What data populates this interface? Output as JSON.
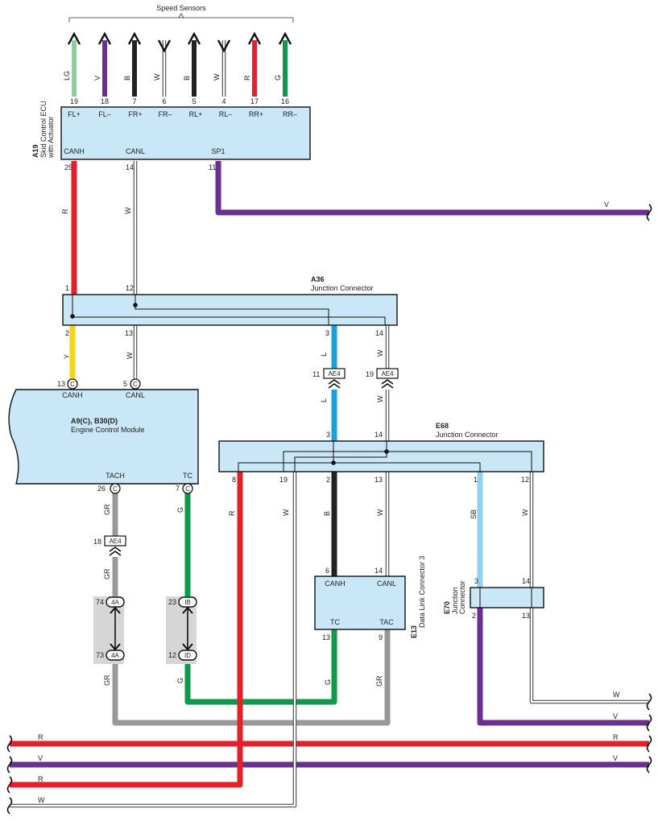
{
  "colors": {
    "R": "#e4202a",
    "V": "#6a2f8f",
    "W": "#ffffff",
    "B": "#222222",
    "LG": "#8fcca0",
    "G": "#0e9a4a",
    "Y": "#f7d417",
    "L": "#1aa0de",
    "SB": "#8fd1ef",
    "GR": "#999999",
    "box": "#c9e7f7"
  },
  "speed_sensors": {
    "title": "Speed Sensors"
  },
  "a19": {
    "code": "A19",
    "name": "Skid Control ECU",
    "name2": "with Actuator",
    "top_pins": [
      {
        "num": "19",
        "label": "FL+",
        "wire": "LG",
        "dir": "up"
      },
      {
        "num": "18",
        "label": "FL–",
        "wire": "V",
        "dir": "up"
      },
      {
        "num": "7",
        "label": "FR+",
        "wire": "B",
        "dir": "up"
      },
      {
        "num": "6",
        "label": "FR–",
        "wire": "W",
        "dir": "down"
      },
      {
        "num": "5",
        "label": "RL+",
        "wire": "B",
        "dir": "up"
      },
      {
        "num": "4",
        "label": "RL–",
        "wire": "W",
        "dir": "down"
      },
      {
        "num": "17",
        "label": "RR+",
        "wire": "R",
        "dir": "up"
      },
      {
        "num": "16",
        "label": "RR–",
        "wire": "G",
        "dir": "up"
      }
    ],
    "bottom_pins": [
      {
        "num": "25",
        "label": "CANH"
      },
      {
        "num": "14",
        "label": "CANL"
      },
      {
        "num": "11",
        "label": "SP1"
      }
    ]
  },
  "a36": {
    "code": "A36",
    "name": "Junction Connector",
    "pins": [
      "1",
      "12",
      "2",
      "13",
      "3",
      "14"
    ]
  },
  "ecm": {
    "title": "A9(C), B30(D)",
    "name": "Engine Control Module",
    "pins": [
      {
        "num": "13",
        "conn": "C",
        "label": "CANH"
      },
      {
        "num": "5",
        "conn": "C",
        "label": "CANL"
      },
      {
        "num": "26",
        "conn": "C",
        "label": "TACH"
      },
      {
        "num": "7",
        "conn": "C",
        "label": "TC"
      }
    ]
  },
  "ae4": [
    {
      "num": "11",
      "code": "AE4"
    },
    {
      "num": "19",
      "code": "AE4"
    },
    {
      "num": "18",
      "code": "AE4"
    }
  ],
  "e68": {
    "code": "E68",
    "name": "Junction Connector",
    "pins": [
      "3",
      "14",
      "8",
      "19",
      "2",
      "13",
      "1",
      "12"
    ]
  },
  "e13": {
    "code": "E13",
    "name": "Data Link Connector 3",
    "pins": [
      {
        "num": "6",
        "label": "CANH"
      },
      {
        "num": "14",
        "label": "CANL"
      },
      {
        "num": "13",
        "label": "TC"
      },
      {
        "num": "9",
        "label": "TAC"
      }
    ]
  },
  "e70": {
    "code": "E70",
    "name": "Junction",
    "name2": "Connector",
    "pins": [
      "3",
      "14",
      "2",
      "13"
    ]
  },
  "inline": [
    {
      "num": "74",
      "code": "4A"
    },
    {
      "num": "73",
      "code": "4A"
    },
    {
      "num": "23",
      "code": "IB"
    },
    {
      "num": "12",
      "code": "ID"
    }
  ],
  "wire_labels": {
    "a19_canh": "R",
    "a19_canl": "W",
    "a19_sp1": "V",
    "a36_2": "Y",
    "a36_13": "W",
    "a36_3_top": "L",
    "a36_14_top": "W",
    "ae4_l": "L",
    "ae4_w": "W",
    "tach_top": "GR",
    "tach_mid": "GR",
    "tach_bot": "GR",
    "tc_top": "G",
    "tc_bot": "G",
    "e68_8": "R",
    "e68_19": "W",
    "e68_2": "B",
    "e68_13": "W",
    "e68_1": "SB",
    "e68_12": "W",
    "dlc_13": "G",
    "dlc_9": "GR",
    "right_w": "W",
    "right_v": "V",
    "bus_r_left": "R",
    "bus_r_right": "R",
    "bus_v_left": "V",
    "bus_v_right": "V",
    "bus_r2": "R",
    "bus_w": "W"
  }
}
